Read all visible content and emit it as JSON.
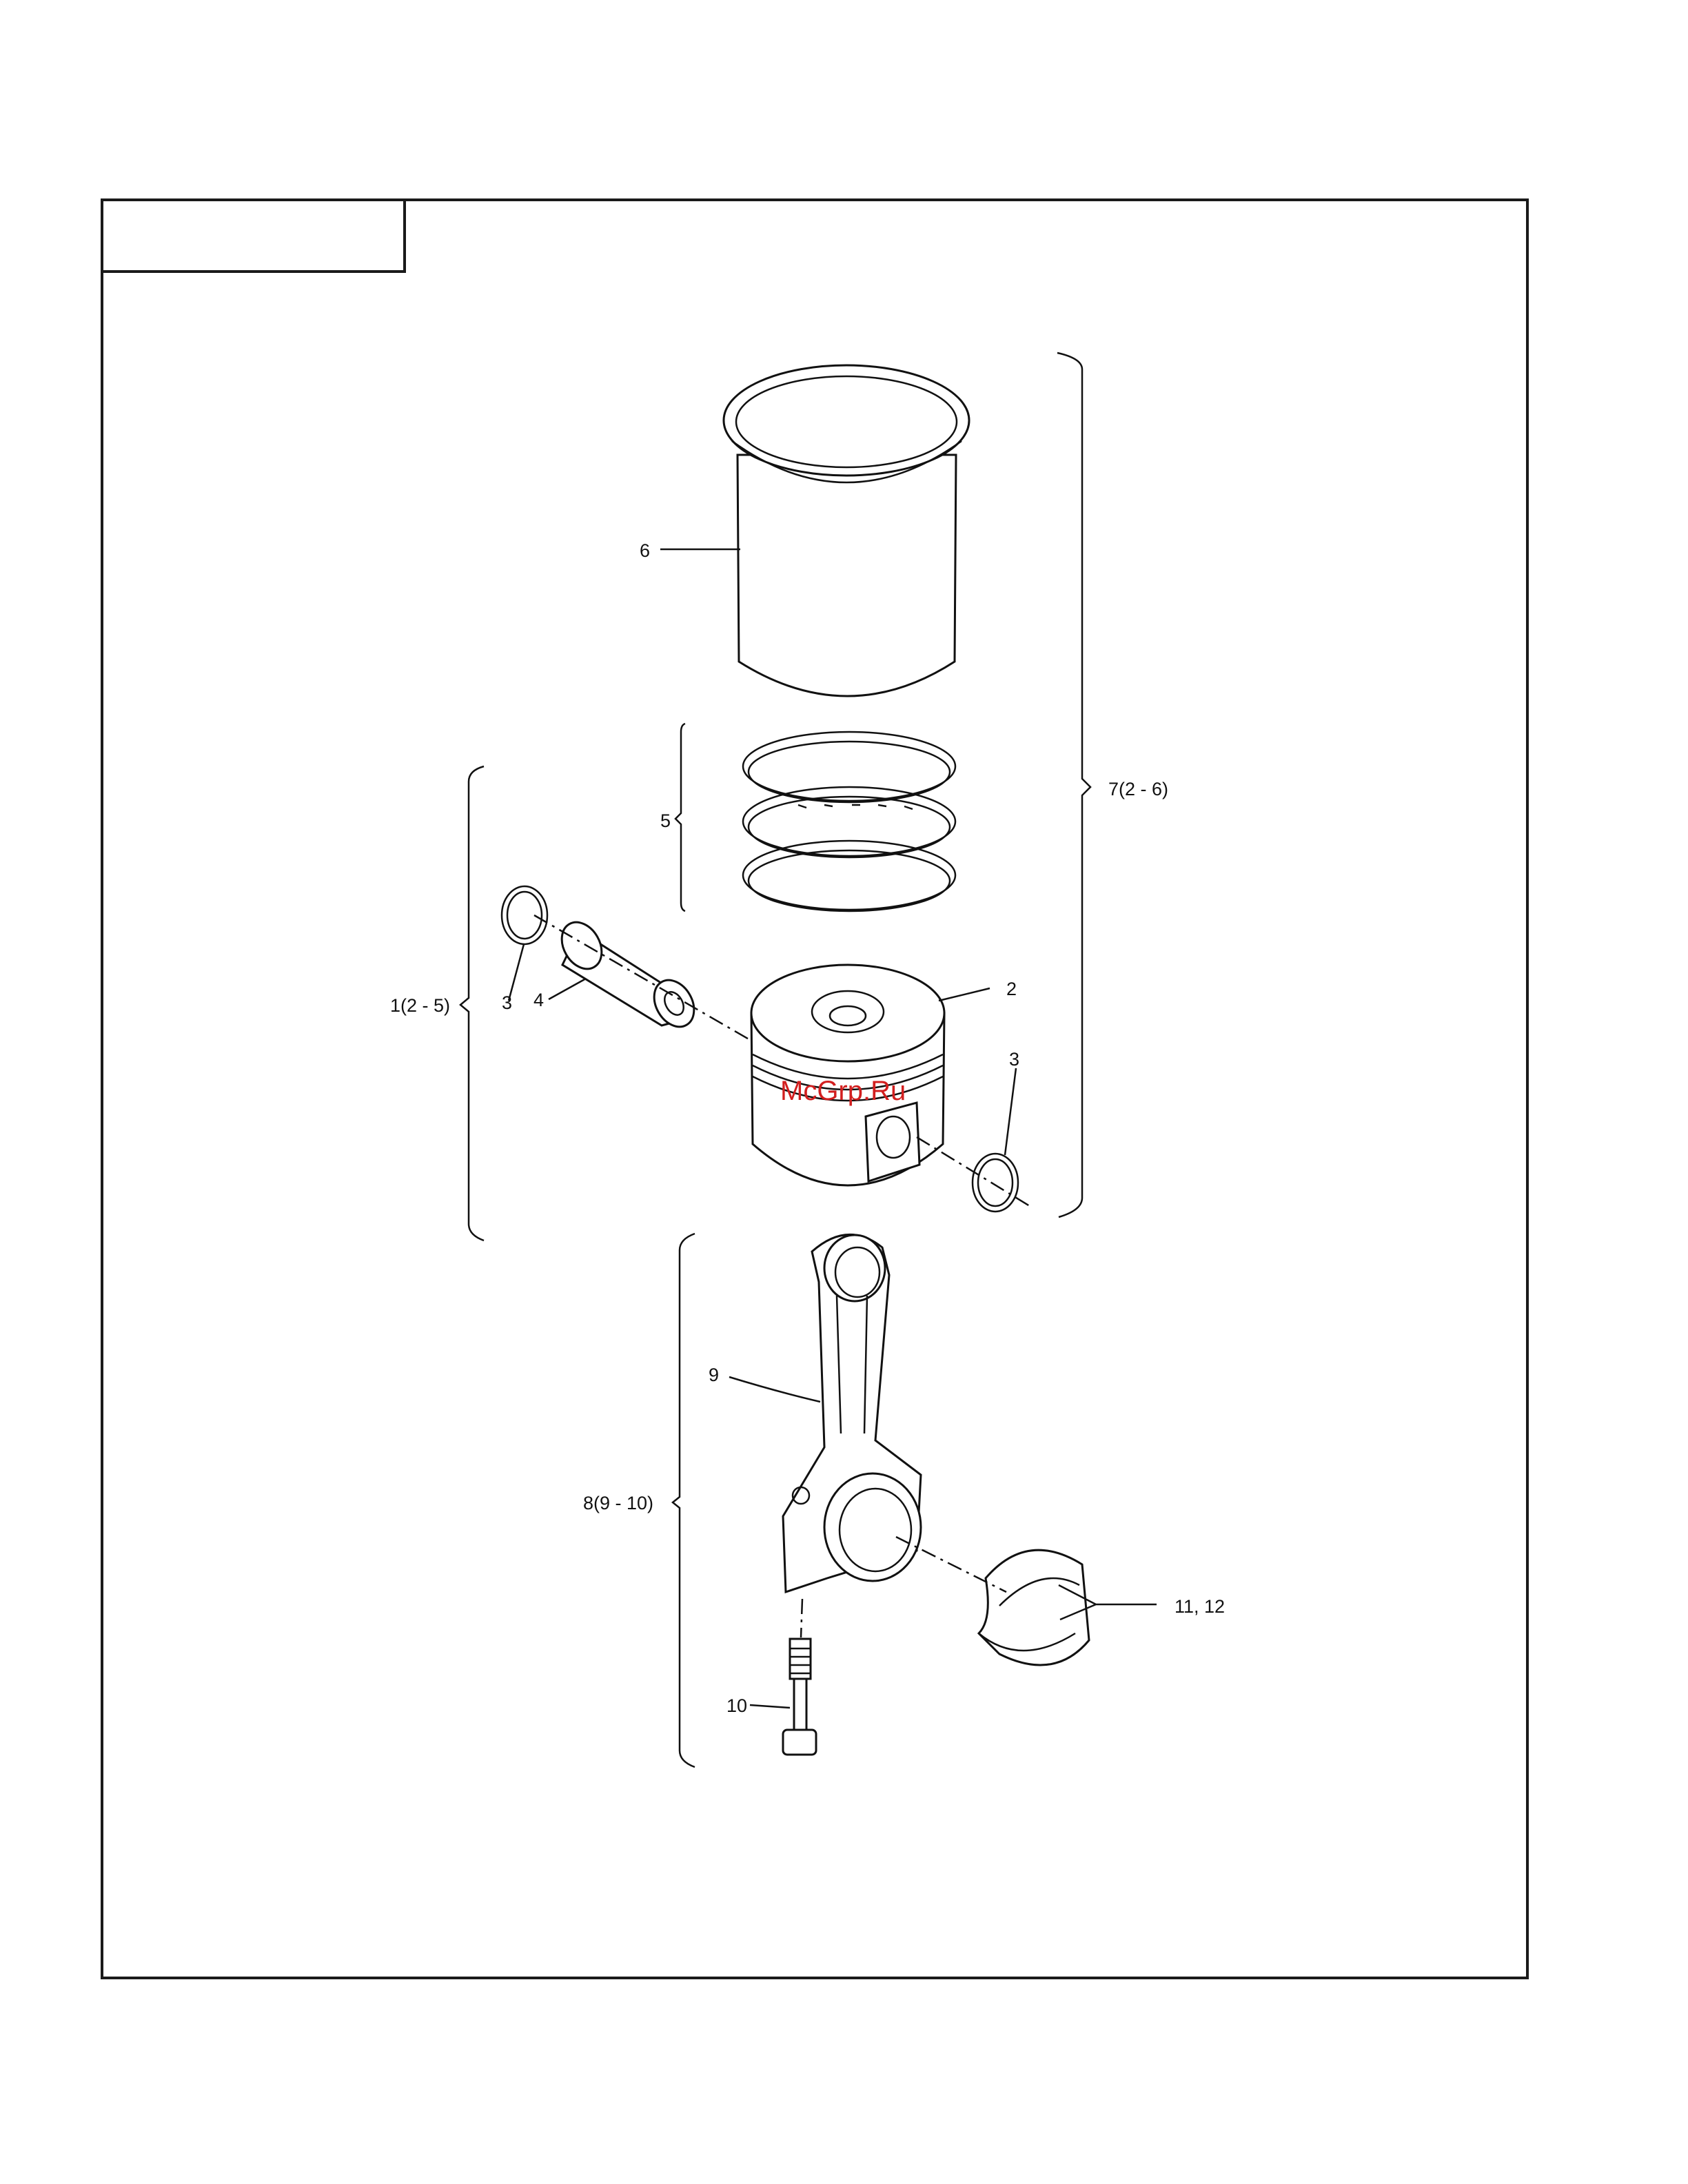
{
  "callouts": {
    "c1": "1(2 - 5)",
    "c2": "2",
    "c3a": "3",
    "c3b": "3",
    "c4": "4",
    "c5": "5",
    "c6": "6",
    "c7": "7(2 - 6)",
    "c8": "8(9 - 10)",
    "c9": "9",
    "c10": "10",
    "c11": "11, 12"
  },
  "watermark": "McGrp.Ru",
  "colors": {
    "line": "#111111",
    "watermark": "#d21f1f",
    "background": "#ffffff"
  }
}
